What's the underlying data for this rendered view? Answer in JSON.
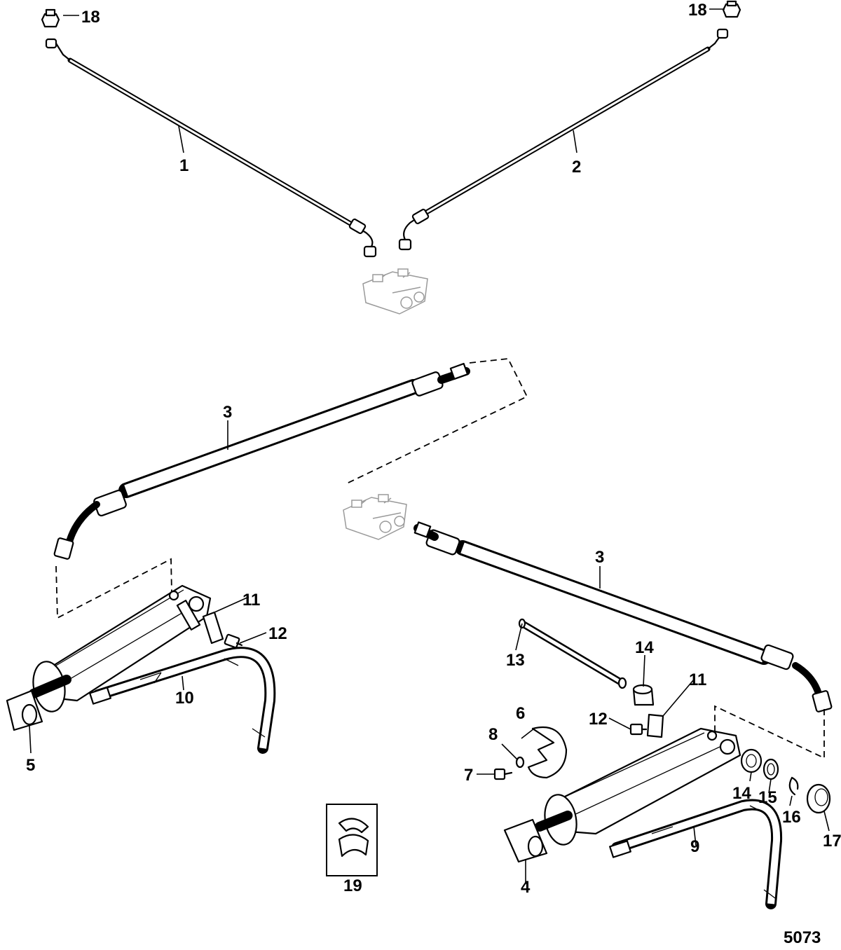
{
  "diagram": {
    "figure_number": "5073",
    "callouts": {
      "c1": "1",
      "c2": "2",
      "c3a": "3",
      "c3b": "3",
      "c4": "4",
      "c5": "5",
      "c6": "6",
      "c7": "7",
      "c8": "8",
      "c9": "9",
      "c10": "10",
      "c11a": "11",
      "c11b": "11",
      "c12a": "12",
      "c12b": "12",
      "c13": "13",
      "c14a": "14",
      "c14b": "14",
      "c15": "15",
      "c16": "16",
      "c17": "17",
      "c18a": "18",
      "c18b": "18",
      "c19": "19"
    }
  }
}
